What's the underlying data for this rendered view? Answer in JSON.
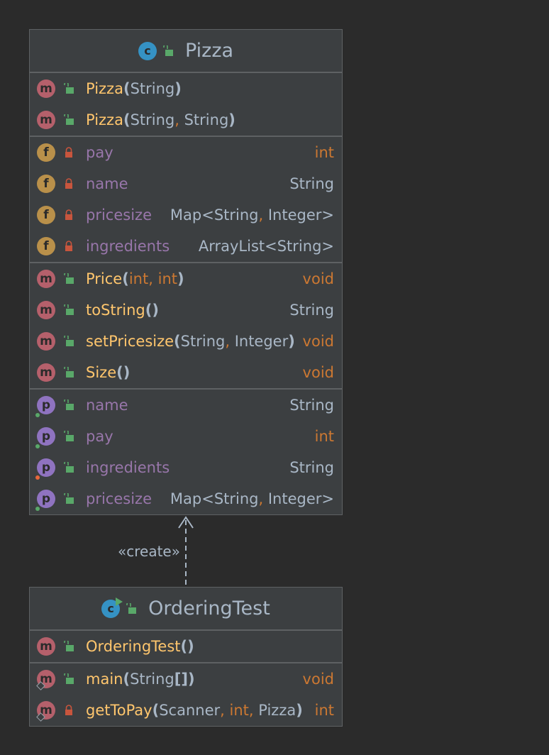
{
  "pizza": {
    "title": "Pizza",
    "icon": "class-icon",
    "constructors": [
      {
        "name": "Pizza",
        "params": "(String)"
      },
      {
        "name": "Pizza",
        "params": "(String, String)"
      }
    ],
    "fields": [
      {
        "name": "pay",
        "type": "int"
      },
      {
        "name": "name",
        "type": "String"
      },
      {
        "name": "pricesize",
        "type": "Map<String, Integer>"
      },
      {
        "name": "ingredients",
        "type": "ArrayList<String>"
      }
    ],
    "methods": [
      {
        "name": "Price",
        "params": "(int, int)",
        "type": "void"
      },
      {
        "name": "toString",
        "params": "()",
        "type": "String"
      },
      {
        "name": "setPricesize",
        "params": "(String, Integer)",
        "type": "void"
      },
      {
        "name": "Size",
        "params": "()",
        "type": "void"
      }
    ],
    "properties": [
      {
        "name": "name",
        "type": "String"
      },
      {
        "name": "pay",
        "type": "int"
      },
      {
        "name": "ingredients",
        "type": "String"
      },
      {
        "name": "pricesize",
        "type": "Map<String, Integer>"
      }
    ]
  },
  "relation": {
    "label": "«create»"
  },
  "ordering_test": {
    "title": "OrderingTest",
    "icon": "runnable-class-icon",
    "constructors": [
      {
        "name": "OrderingTest",
        "params": "()"
      }
    ],
    "methods": [
      {
        "name": "main",
        "params": "(String[])",
        "type": "void"
      },
      {
        "name": "getToPay",
        "params": "(Scanner, int, Pizza)",
        "type": "int"
      }
    ]
  },
  "kind_letters": {
    "method": "m",
    "field": "f",
    "property": "p",
    "class": "c"
  },
  "colors": {
    "background": "#2b2b2b",
    "panel": "#3c3f41",
    "text": "#a9b7c6",
    "method_name": "#ffc66d",
    "field_name": "#9876aa",
    "keyword": "#cc7832",
    "method_icon": "#b5606b",
    "field_icon": "#b9904a",
    "property_icon": "#8f73c0",
    "class_icon": "#3592c4",
    "public_lock": "#59a869",
    "private_lock": "#c8553d"
  }
}
